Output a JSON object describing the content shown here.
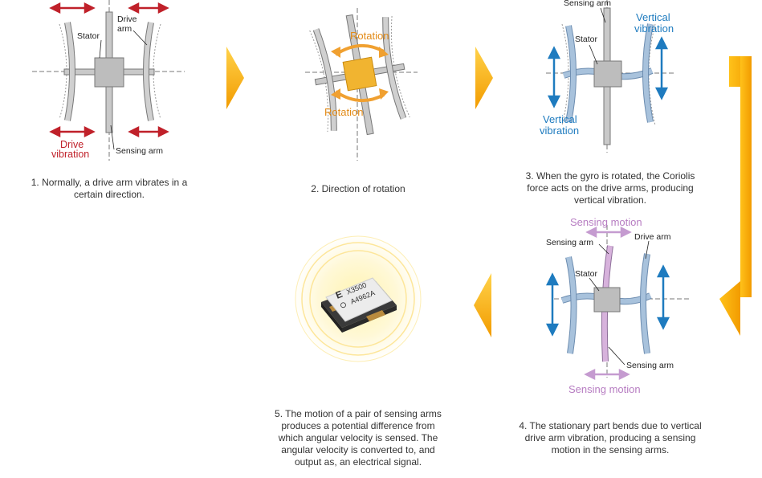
{
  "panel1": {
    "labels": {
      "stator": "Stator",
      "drive_arm_1": "Drive",
      "drive_arm_2": "arm",
      "sensing_arm": "Sensing arm",
      "drive_vib_1": "Drive",
      "drive_vib_2": "vibration"
    },
    "caption": [
      "1. Normally, a drive arm vibrates in a",
      "certain direction."
    ]
  },
  "panel2": {
    "labels": {
      "rotation_top": "Rotation",
      "rotation_bottom": "Rotation"
    },
    "caption": [
      "2. Direction of rotation"
    ]
  },
  "panel3": {
    "labels": {
      "sensing_arm": "Sensing arm",
      "stator": "Stator",
      "vert_right_1": "Vertical",
      "vert_right_2": "vibration",
      "vert_left_1": "Vertical",
      "vert_left_2": "vibration"
    },
    "caption": [
      "3. When the gyro is rotated, the Coriolis",
      "force acts on the drive arms, producing",
      "vertical vibration."
    ]
  },
  "panel4": {
    "labels": {
      "sensing_motion_top": "Sensing motion",
      "sensing_arm_top": "Sensing arm",
      "drive_arm": "Drive arm",
      "stator": "Stator",
      "sensing_arm_bottom": "Sensing arm",
      "sensing_motion_bottom": "Sensing motion"
    },
    "caption": [
      "4. The stationary part bends due to vertical",
      "drive arm vibration, producing a sensing",
      "motion in the sensing arms."
    ]
  },
  "panel5": {
    "chip": {
      "logo": "E",
      "line1": "X3500",
      "line2": "A4962A"
    },
    "caption": [
      "5. The motion of a pair of sensing arms",
      "produces a potential difference from",
      "which angular velocity is sensed. The",
      "angular velocity is converted to, and",
      "output as, an electrical signal."
    ]
  },
  "colors": {
    "red": "#c0212a",
    "blue": "#1e7bbf",
    "orange": "#e28a16",
    "purple": "#b77dc2",
    "arrow_gold": "#f6b000"
  }
}
